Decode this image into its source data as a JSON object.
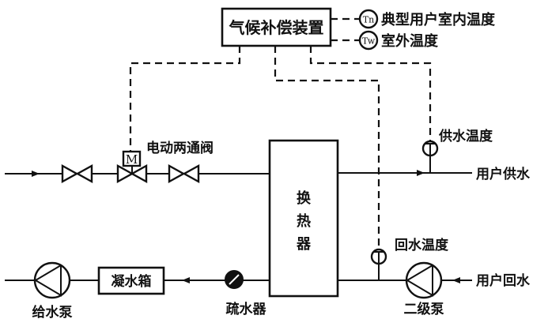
{
  "diagram": {
    "controller": {
      "label": "气候补偿装置"
    },
    "sensors": {
      "tn": {
        "symbol": "Tn",
        "label": "典型用户室内温度"
      },
      "tw": {
        "symbol": "Tw",
        "label": "室外温度"
      },
      "supply_temp": {
        "label": "供水温度"
      },
      "return_temp": {
        "label": "回水温度"
      }
    },
    "valve": {
      "motor_symbol": "M",
      "label": "电动两通阀"
    },
    "heat_exchanger": {
      "chars": [
        "换",
        "热",
        "器"
      ]
    },
    "condensate_tank": {
      "label": "凝水箱"
    },
    "steam_trap": {
      "label": "疏水器"
    },
    "feed_pump": {
      "label": "给水泵"
    },
    "secondary_pump": {
      "label": "二级泵"
    },
    "outlets": {
      "user_supply": "用户供水",
      "user_return": "用户回水"
    }
  }
}
